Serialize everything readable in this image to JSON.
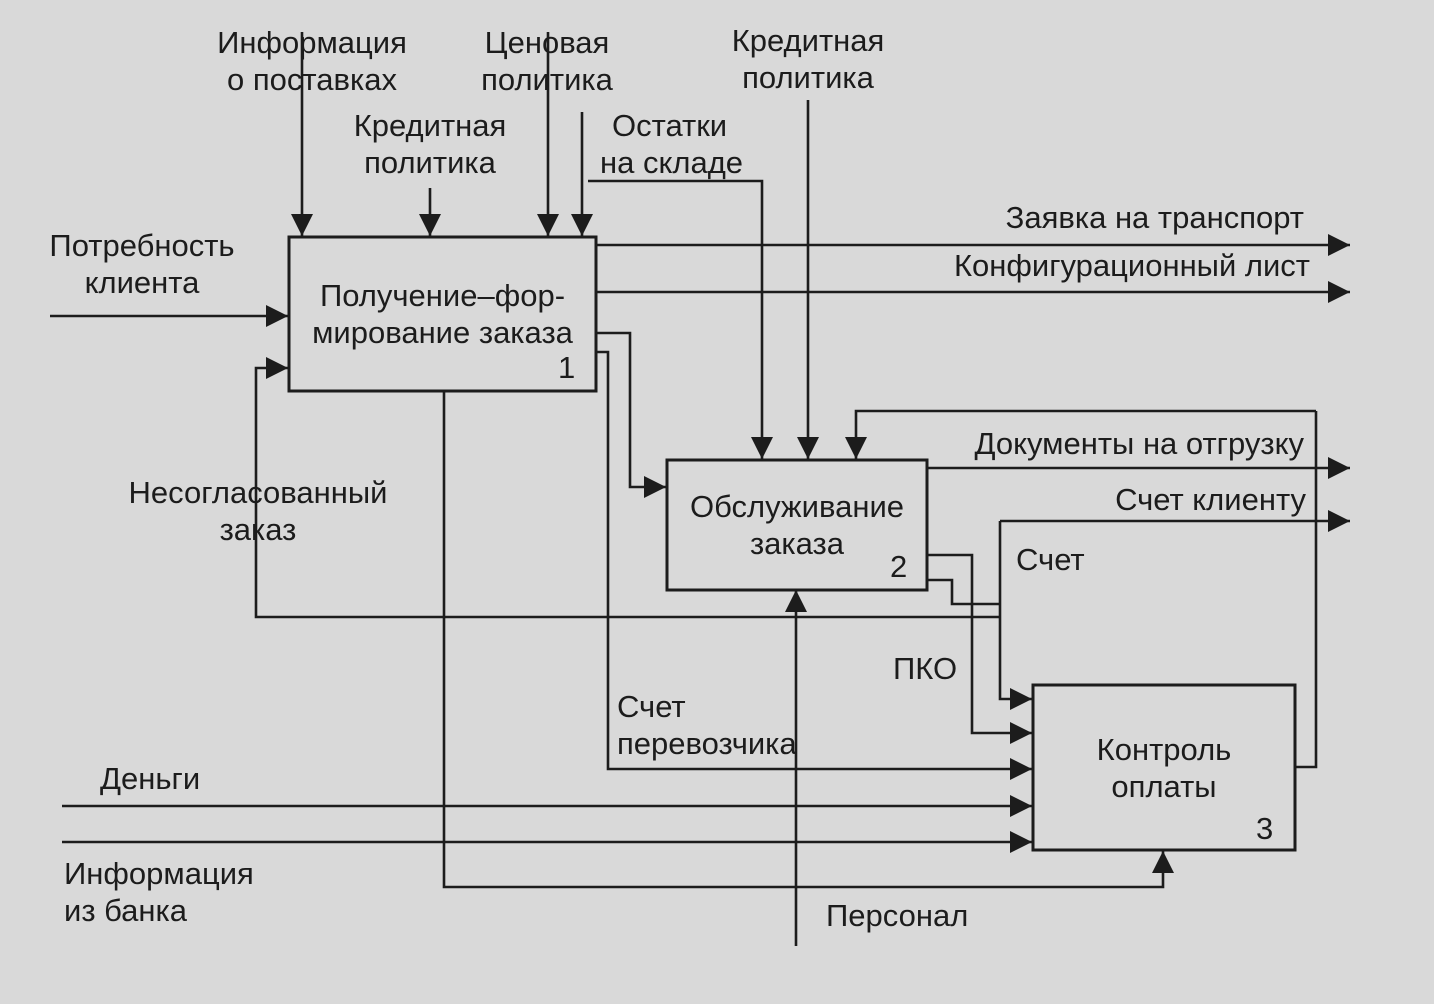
{
  "functions": [
    {
      "id": "f1",
      "title_lines": [
        "Получение–фор-",
        "мирование заказа"
      ],
      "number": "1"
    },
    {
      "id": "f2",
      "title_lines": [
        "Обслуживание",
        "заказа"
      ],
      "number": "2"
    },
    {
      "id": "f3",
      "title_lines": [
        "Контроль",
        "оплаты"
      ],
      "number": "3"
    }
  ],
  "labels": {
    "info_supply": [
      "Информация",
      "о поставках"
    ],
    "price_policy": [
      "Ценовая",
      "политика"
    ],
    "credit_policy_top": [
      "Кредитная",
      "политика"
    ],
    "credit_policy_f1": [
      "Кредитная",
      "политика"
    ],
    "stock": [
      "Остатки",
      "на складе"
    ],
    "transport_request": "Заявка на транспорт",
    "config_sheet": "Конфигурационный лист",
    "client_need": [
      "Потребность",
      "клиента"
    ],
    "unapproved_order": [
      "Несогласованный",
      "заказ"
    ],
    "shipping_docs": "Документы на отгрузку",
    "client_invoice": "Счет клиенту",
    "invoice": "Счет",
    "pko": "ПКО",
    "carrier_invoice": [
      "Счет",
      "перевозчика"
    ],
    "money": "Деньги",
    "bank_info": [
      "Информация",
      "из банка"
    ],
    "staff": "Персонал"
  }
}
